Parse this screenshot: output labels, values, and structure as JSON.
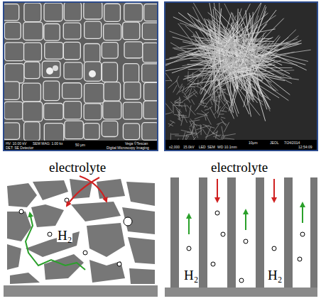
{
  "diagram": {
    "labels": [
      "electrolyte",
      "H₂",
      "electrolyte",
      "H₂",
      "H₂",
      "HV: 10.00 kV",
      "SEM MAG: 1.00 kx",
      "DET: SE Detector",
      "50 μm",
      "Vega ©Tescan",
      "Digital Microscopy Imaging",
      "10μm",
      "JEOL",
      "7/24/2014",
      "x2,000",
      "15.0kV",
      "LED",
      "SEM",
      "WD 10.1mm",
      "12:54:09"
    ]
  }
}
